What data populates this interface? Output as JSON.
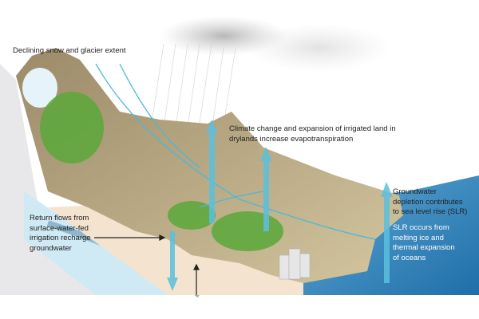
{
  "labels": {
    "snow": "Declining snow and glacier extent",
    "evapo": [
      "Climate change and expansion of irrigated land in",
      "drylands increase evapotranspiration"
    ],
    "groundwater_slr": [
      "Groundwater",
      "depletion contributes",
      "to sea level rise (SLR)"
    ],
    "slr_cause": [
      "SLR occurs from",
      "melting ice and",
      "thermal expansion",
      "of oceans"
    ],
    "return_flows": [
      "Return flows from",
      "surface-water-fed",
      "irrigation recharge",
      "groundwater"
    ]
  },
  "colors": {
    "ocean": "#2f86c0",
    "water": "#5bc0de",
    "land": "#c9b98e",
    "vegetation": "#5aa83a",
    "aquifer": "#cfe9f5"
  }
}
